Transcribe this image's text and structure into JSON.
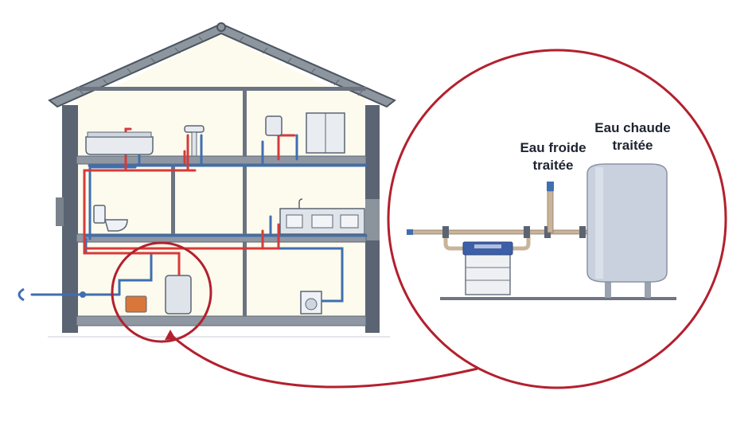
{
  "labels": {
    "cold_line1": "Eau froide",
    "cold_line2": "traitée",
    "hot_line1": "Eau chaude",
    "hot_line2": "traitée"
  },
  "colors": {
    "accent_circle": "#b3202e",
    "cold_pipe": "#3f6fb0",
    "hot_pipe": "#d63a3a",
    "wall": "#5b6472",
    "room_fill": "#fdfbee",
    "tank": "#c9d1de",
    "softener_lid": "#3d5fa8"
  },
  "icons": {
    "inlet": "water-inlet-icon",
    "boiler": "boiler-icon",
    "hot_water_tank": "hot-water-tank-icon",
    "washing_machine": "washing-machine-icon",
    "toilet": "toilet-icon",
    "bathtub": "bathtub-icon",
    "sink": "sink-icon",
    "water_softener": "water-softener-icon"
  }
}
